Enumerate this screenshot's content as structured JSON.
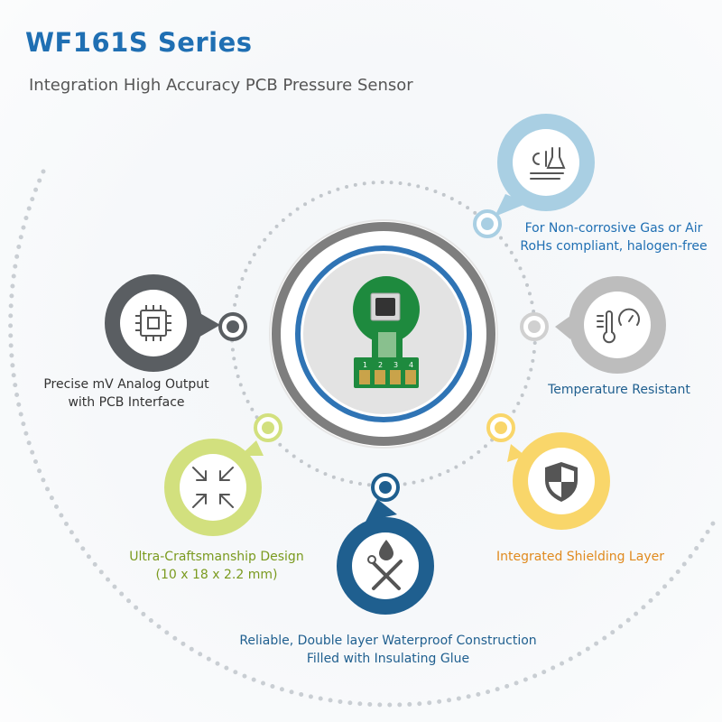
{
  "header": {
    "title": "WF161S Series",
    "subtitle": "Integration High Accuracy PCB Pressure Sensor"
  },
  "sensor": {
    "pin_labels": [
      "1",
      "2",
      "3",
      "4"
    ]
  },
  "features": [
    {
      "id": "gas",
      "icon": "chemistry-lab-icon",
      "color": "#a9cfe3",
      "text_color": "#1f6fb3",
      "lines": [
        "For Non-corrosive Gas or Air",
        "RoHs compliant, halogen-free"
      ]
    },
    {
      "id": "temperature",
      "icon": "thermometer-gauge-icon",
      "color": "#bdbdbd",
      "text_color": "#1f5f8f",
      "lines": [
        "Temperature Resistant"
      ]
    },
    {
      "id": "shielding",
      "icon": "shield-icon",
      "color": "#f9d66a",
      "text_color": "#e08a1e",
      "lines": [
        "Integrated Shielding Layer"
      ]
    },
    {
      "id": "waterproof",
      "icon": "tools-water-drop-icon",
      "color": "#1f5f8f",
      "text_color": "#1f5f8f",
      "lines": [
        "Reliable, Double layer Waterproof Construction",
        "Filled with Insulating Glue"
      ]
    },
    {
      "id": "design",
      "icon": "compress-arrows-icon",
      "color": "#d2e07e",
      "text_color": "#7a9a1e",
      "lines": [
        "Ultra-Craftsmanship Design",
        "(10 x 18 x 2.2 mm)"
      ]
    },
    {
      "id": "output",
      "icon": "chip-icon",
      "color": "#5a5e62",
      "text_color": "#333333",
      "lines": [
        "Precise mV Analog Output",
        "with PCB Interface"
      ]
    }
  ]
}
